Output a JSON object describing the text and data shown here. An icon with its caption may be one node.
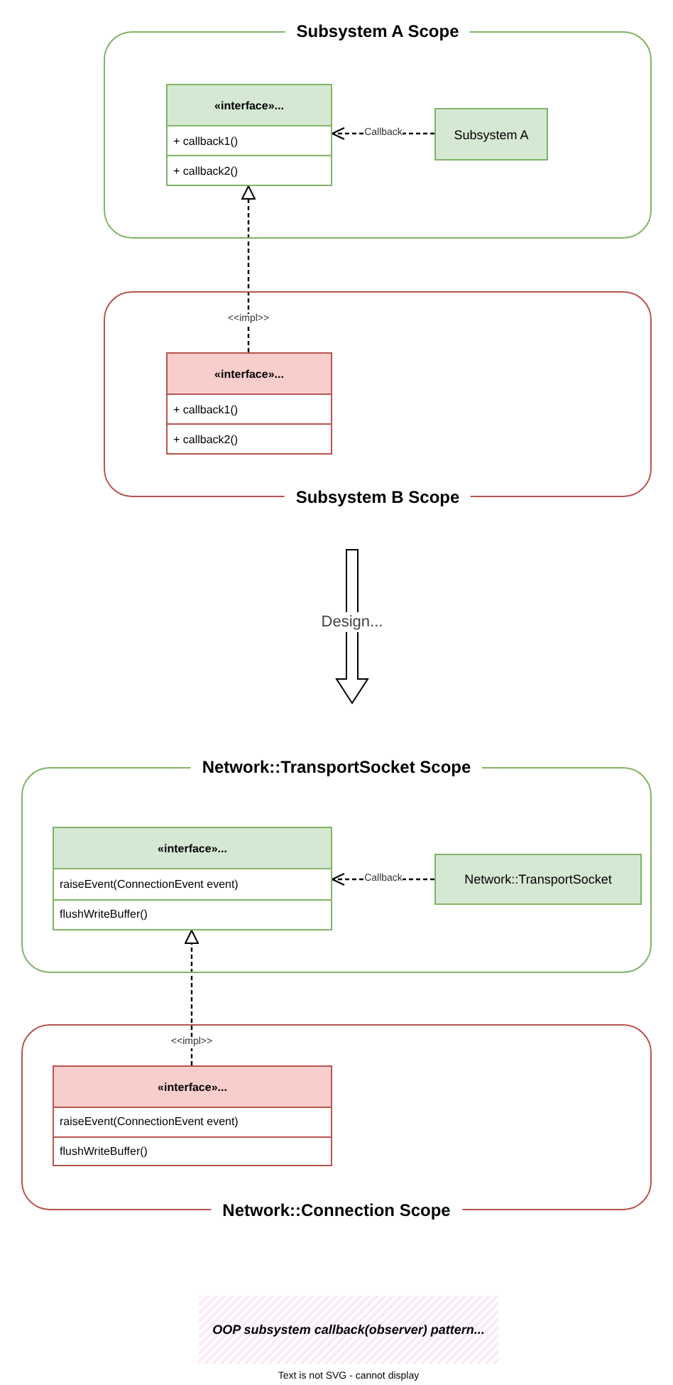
{
  "diagram": {
    "nodes": [
      {
        "text": [
          "Subsystem A Scope"
        ]
      },
      {
        "text": [
          "«interface»...",
          "+ callback1()",
          "+ callback2()"
        ],
        "in": 0
      },
      {
        "text": [
          "Subsystem A"
        ],
        "in": 0
      },
      {
        "text": [
          "Subsystem B Scope"
        ]
      },
      {
        "text": [
          "«interface»...",
          "+ callback1()",
          "+ callback2()"
        ],
        "in": 3
      },
      {
        "text": [
          "Network::TransportSocket Scope"
        ]
      },
      {
        "text": [
          "«interface»...",
          "raiseEvent(ConnectionEvent event)",
          "flushWriteBuffer()"
        ],
        "in": 5
      },
      {
        "text": [
          "Network::TransportSocket"
        ],
        "in": 5
      },
      {
        "text": [
          "Network::Connection Scope"
        ]
      },
      {
        "text": [
          "«interface»...",
          "raiseEvent(ConnectionEvent event)",
          "flushWriteBuffer()"
        ],
        "in": 8
      },
      {
        "text": [
          "OOP subsystem callback(observer) pattern..."
        ],
        "beside": [
          "Text is not SVG - cannot display"
        ]
      }
    ],
    "edges": [
      {
        "from": 2,
        "to": 1,
        "arrow": "to",
        "label": "Callback",
        "style": "dashed"
      },
      {
        "from": 4,
        "to": 1,
        "arrow": "to",
        "label": "<<impl>>",
        "style": "dashed"
      },
      {
        "from": 7,
        "to": 6,
        "arrow": "to",
        "label": "Callback",
        "style": "dashed"
      },
      {
        "from": 9,
        "to": 6,
        "arrow": "to",
        "label": "<<impl>>",
        "style": "dashed"
      }
    ],
    "labels": [
      "Design..."
    ]
  }
}
